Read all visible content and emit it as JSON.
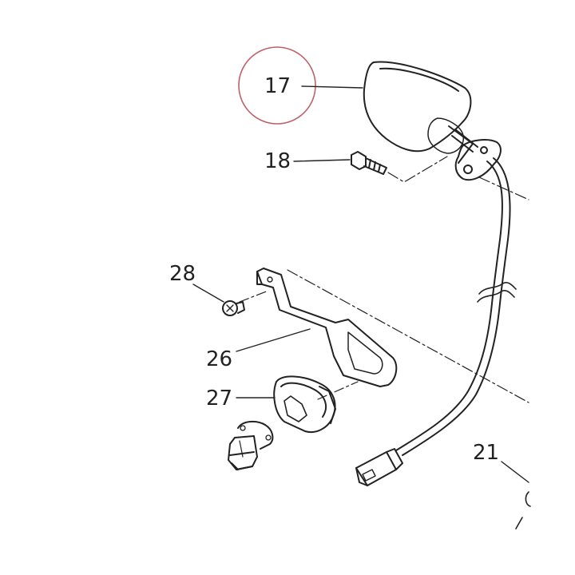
{
  "diagram": {
    "labels": {
      "p17": "17",
      "p18": "18",
      "p21": "21",
      "p26": "26",
      "p27": "27",
      "p28": "28"
    },
    "highlighted_part": "17",
    "colors": {
      "line": "#222222",
      "highlight_circle": "#c0606a",
      "background": "#ffffff"
    }
  }
}
